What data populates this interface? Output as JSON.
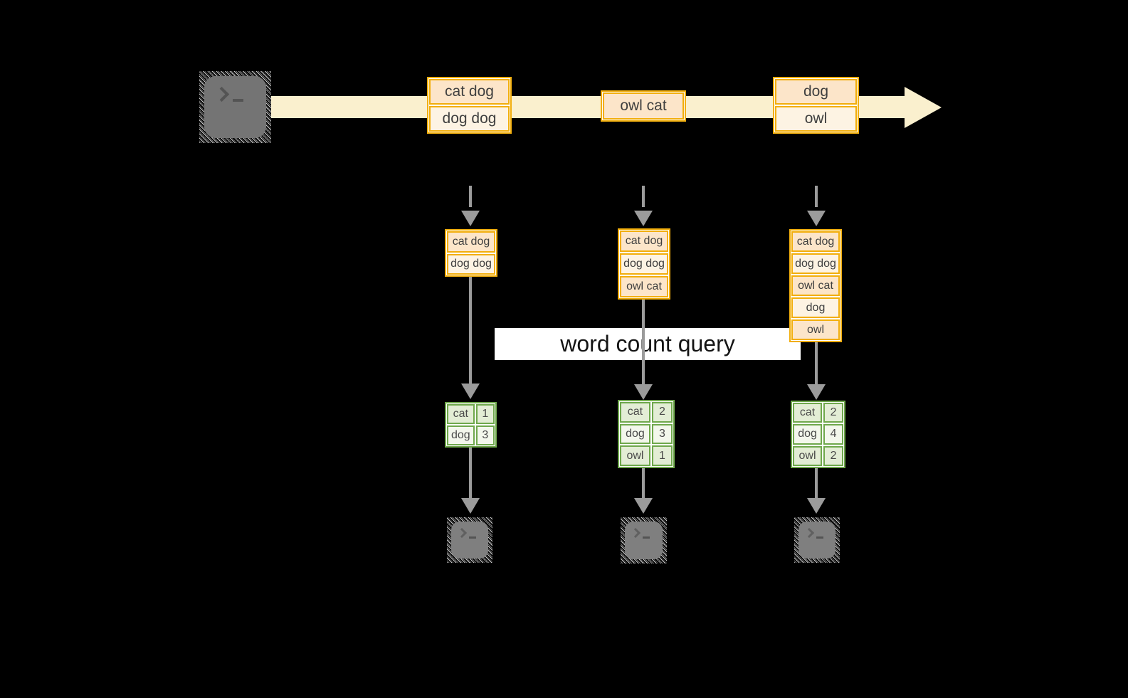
{
  "diagram": {
    "label": "word count query",
    "stream_events": [
      {
        "records": [
          "cat dog",
          "dog dog"
        ]
      },
      {
        "records": [
          "owl cat"
        ]
      },
      {
        "records": [
          "dog",
          "owl"
        ]
      }
    ],
    "snapshots": [
      {
        "inputs": [
          "cat dog",
          "dog dog"
        ],
        "counts": [
          [
            "cat",
            1
          ],
          [
            "dog",
            3
          ]
        ]
      },
      {
        "inputs": [
          "cat dog",
          "dog dog",
          "owl cat"
        ],
        "counts": [
          [
            "cat",
            2
          ],
          [
            "dog",
            3
          ],
          [
            "owl",
            1
          ]
        ]
      },
      {
        "inputs": [
          "cat dog",
          "dog dog",
          "owl cat",
          "dog",
          "owl"
        ],
        "counts": [
          [
            "cat",
            2
          ],
          [
            "dog",
            4
          ],
          [
            "owl",
            2
          ]
        ]
      }
    ],
    "colors": {
      "background": "#000000",
      "stream_band": "#FAF0CE",
      "gold_border": "#F2AE0B",
      "record_fill_dark": "#FCE5C9",
      "record_fill_light": "#FDF3E3",
      "green_border": "#6FA84C",
      "count_fill_dark": "#E3EDD5",
      "count_fill_light": "#F3F7EC",
      "arrow_gray": "#9B9B9B",
      "terminal_gray": "#7A7A7A",
      "label_bg": "#FFFFFF"
    }
  }
}
